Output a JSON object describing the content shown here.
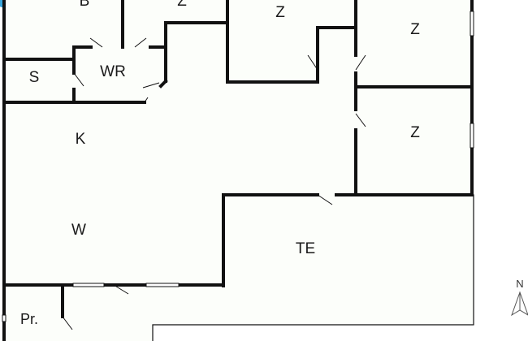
{
  "floorplan": {
    "colors": {
      "background": "#ffffff",
      "floor": "#fcfefa",
      "wall": "#111111",
      "accent_circle": "#3aa6dc"
    },
    "rooms": [
      {
        "id": "b",
        "label": "B"
      },
      {
        "id": "z-top",
        "label": "Z"
      },
      {
        "id": "z-middle",
        "label": "Z"
      },
      {
        "id": "z-right-top",
        "label": "Z"
      },
      {
        "id": "z-right-bottom",
        "label": "Z"
      },
      {
        "id": "s",
        "label": "S"
      },
      {
        "id": "wr",
        "label": "WR"
      },
      {
        "id": "k",
        "label": "K"
      },
      {
        "id": "w",
        "label": "W"
      },
      {
        "id": "te",
        "label": "TE"
      },
      {
        "id": "pr",
        "label": "Pr."
      }
    ],
    "compass": {
      "label": "N"
    }
  }
}
